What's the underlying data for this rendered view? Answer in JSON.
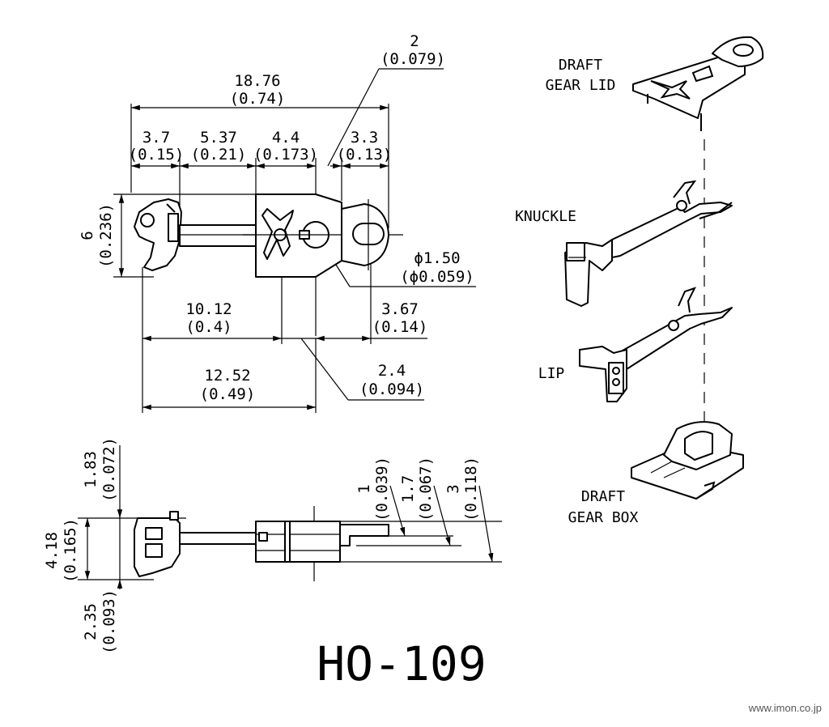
{
  "title": "HO-109",
  "watermark": "www.imon.co.jp",
  "parts": {
    "draft_gear_lid": [
      "DRAFT",
      "GEAR LID"
    ],
    "knuckle": "KNUCKLE",
    "lip": "LIP",
    "draft_gear_box": [
      "DRAFT",
      "GEAR BOX"
    ]
  },
  "dims": {
    "overall_length": [
      "18.76",
      "(0.74)"
    ],
    "seg_3_7": [
      "3.7",
      "(0.15)"
    ],
    "seg_5_37": [
      "5.37",
      "(0.21)"
    ],
    "seg_4_4": [
      "4.4",
      "(0.173)"
    ],
    "seg_3_3": [
      "3.3",
      "(0.13)"
    ],
    "gap_2": [
      "2",
      "(0.079)"
    ],
    "height_6": [
      "6",
      "(0.236)"
    ],
    "hole_dia": [
      "ϕ1.50",
      "(ϕ0.059)"
    ],
    "len_10_12": [
      "10.12",
      "(0.4)"
    ],
    "len_3_67": [
      "3.67",
      "(0.14)"
    ],
    "len_12_52": [
      "12.52",
      "(0.49)"
    ],
    "len_2_4": [
      "2.4",
      "(0.094)"
    ],
    "side_1_83": [
      "1.83",
      "(0.072)"
    ],
    "side_4_18": [
      "4.18",
      "(0.165)"
    ],
    "side_2_35": [
      "2.35",
      "(0.093)"
    ],
    "side_1": [
      "1",
      "(0.039)"
    ],
    "side_1_7": [
      "1.7",
      "(0.067)"
    ],
    "side_3": [
      "3",
      "(0.118)"
    ]
  }
}
